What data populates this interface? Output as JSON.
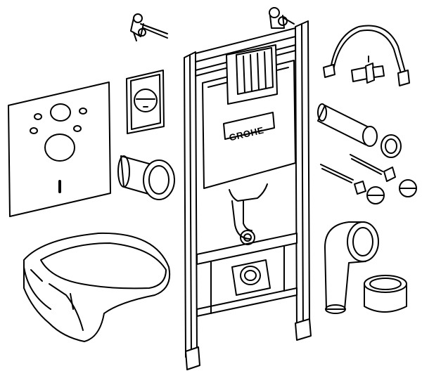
{
  "brand": {
    "logo_text": "GROHE"
  },
  "parts": [
    {
      "name": "sound-insulation-pad"
    },
    {
      "name": "flush-plate"
    },
    {
      "name": "wall-fixing-brackets"
    },
    {
      "name": "installation-frame"
    },
    {
      "name": "flush-cistern"
    },
    {
      "name": "pan-connector-sleeve"
    },
    {
      "name": "wall-hung-toilet-bowl"
    },
    {
      "name": "flexible-water-hose"
    },
    {
      "name": "angle-valve"
    },
    {
      "name": "flush-pipe"
    },
    {
      "name": "fixing-bolts"
    },
    {
      "name": "cap-nuts"
    },
    {
      "name": "drain-elbow"
    },
    {
      "name": "drain-sleeve"
    }
  ]
}
